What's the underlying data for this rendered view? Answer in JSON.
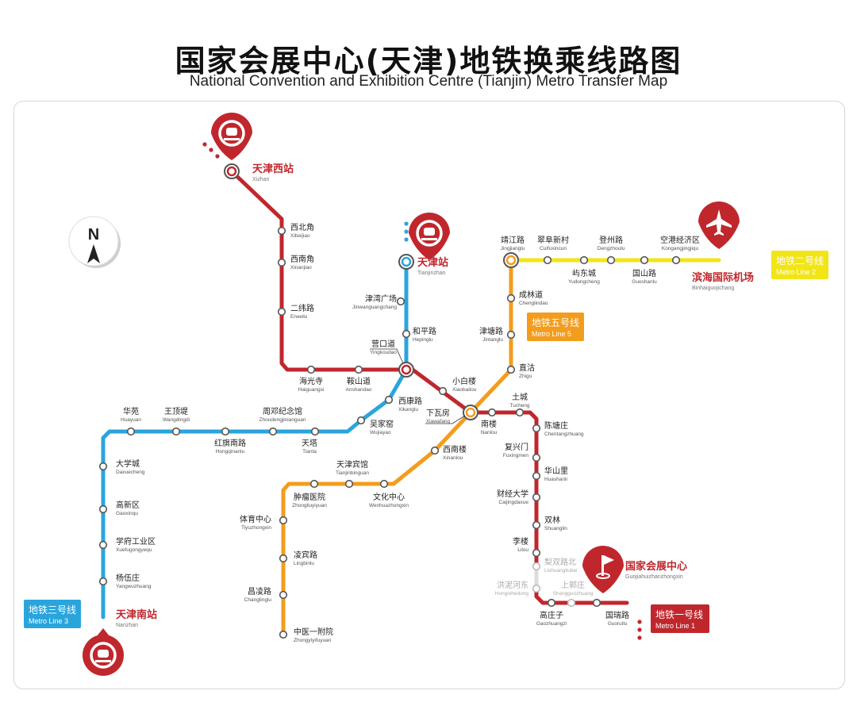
{
  "title": "国家会展中心(天津)地铁换乘线路图",
  "subtitle": "National Convention and Exhibition Centre (Tianjin) Metro Transfer Map",
  "compass": "N",
  "colors": {
    "line1": "#c0272d",
    "line2": "#f2e516",
    "line3": "#2aa5dc",
    "line5": "#f39c1e"
  },
  "legends": [
    {
      "id": "line3",
      "cn": "地铁三号线",
      "en": "Metro Line 3"
    },
    {
      "id": "line5",
      "cn": "地铁五号线",
      "en": "Metro Line 5"
    },
    {
      "id": "line2",
      "cn": "地铁二号线",
      "en": "Metro Line 2"
    },
    {
      "id": "line1",
      "cn": "地铁一号线",
      "en": "Metro Line 1"
    }
  ],
  "landmarks": [
    {
      "id": "xizhan",
      "icon": "rail-station-icon",
      "cn": "天津西站",
      "py": "Xizhan"
    },
    {
      "id": "tianjinzhan",
      "icon": "rail-station-icon",
      "cn": "天津站",
      "py": "Tianjinzhan"
    },
    {
      "id": "airport",
      "icon": "airplane-icon",
      "cn": "滨海国际机场",
      "py": "Binhaiguojichang"
    },
    {
      "id": "nanzhan",
      "icon": "rail-station-icon",
      "cn": "天津南站",
      "py": "Nanzhan"
    },
    {
      "id": "expo",
      "icon": "flag-icon",
      "cn": "国家会展中心",
      "py": "Guojiahuizhanzhongxin"
    }
  ],
  "stations": [
    {
      "id": "xibeijiao",
      "cn": "西北角",
      "py": "Xibeijiao"
    },
    {
      "id": "xinanjiao",
      "cn": "西南角",
      "py": "Xinanjiao"
    },
    {
      "id": "erweilu",
      "cn": "二纬路",
      "py": "Erweilu"
    },
    {
      "id": "haiguangsi",
      "cn": "海光寺",
      "py": "Haiguangsi"
    },
    {
      "id": "anshandao",
      "cn": "鞍山道",
      "py": "Anshandao"
    },
    {
      "id": "yingkoudao",
      "cn": "营口道",
      "py": "Yingkoudao"
    },
    {
      "id": "jinwanguangchang",
      "cn": "津湾广场",
      "py": "Jinwanguangchang"
    },
    {
      "id": "hepinglu",
      "cn": "和平路",
      "py": "Hepinglu"
    },
    {
      "id": "xiaobailou",
      "cn": "小白楼",
      "py": "Xiaobailou"
    },
    {
      "id": "xiawafang",
      "cn": "下瓦房",
      "py": "Xiawafang"
    },
    {
      "id": "xikanglu",
      "cn": "西康路",
      "py": "Xikanglu"
    },
    {
      "id": "wujiayao",
      "cn": "吴家窑",
      "py": "Wujiayao"
    },
    {
      "id": "huayuan",
      "cn": "华苑",
      "py": "Huayuan"
    },
    {
      "id": "wangdingdi",
      "cn": "王顶堤",
      "py": "Wangdingdi"
    },
    {
      "id": "zhoudengjinianguan",
      "cn": "周邓纪念馆",
      "py": "Zhoudengjinianguan"
    },
    {
      "id": "hongqinanlu",
      "cn": "红旗南路",
      "py": "Hongqinanlu"
    },
    {
      "id": "tianta",
      "cn": "天塔",
      "py": "Tianta"
    },
    {
      "id": "daxuecheng",
      "cn": "大学城",
      "py": "Daxuecheng"
    },
    {
      "id": "gaoxinqu",
      "cn": "高新区",
      "py": "Gaoxinqu"
    },
    {
      "id": "xuefugongyequ",
      "cn": "学府工业区",
      "py": "Xuefugongyequ"
    },
    {
      "id": "yangwuzhuang",
      "cn": "杨伍庄",
      "py": "Yangwuzhuang"
    },
    {
      "id": "jingjianglu",
      "cn": "靖江路",
      "py": "Jingjianglu"
    },
    {
      "id": "cuifuxincun",
      "cn": "翠阜新村",
      "py": "Cuifuxincun"
    },
    {
      "id": "dengzhoulu",
      "cn": "登州路",
      "py": "Dengzhoulu"
    },
    {
      "id": "konggangjingjiqu",
      "cn": "空港经济区",
      "py": "Kongangjingjiqu"
    },
    {
      "id": "yudongcheng",
      "cn": "屿东城",
      "py": "Yudongcheng"
    },
    {
      "id": "guoshanlu",
      "cn": "国山路",
      "py": "Guoshanlu"
    },
    {
      "id": "chenglindao",
      "cn": "成林道",
      "py": "Chenglindao"
    },
    {
      "id": "jintanglu",
      "cn": "津塘路",
      "py": "Jintanglu"
    },
    {
      "id": "zhigu",
      "cn": "直沽",
      "py": "Zhigu"
    },
    {
      "id": "tucheng",
      "cn": "土城",
      "py": "Tucheng"
    },
    {
      "id": "nanlou",
      "cn": "南楼",
      "py": "Nanlou"
    },
    {
      "id": "chentangzhuang",
      "cn": "陈塘庄",
      "py": "Chentangzhuang"
    },
    {
      "id": "fuxingmen",
      "cn": "复兴门",
      "py": "Fuxingmen"
    },
    {
      "id": "huashanli",
      "cn": "华山里",
      "py": "Huashanli"
    },
    {
      "id": "caijingdaxue",
      "cn": "财经大学",
      "py": "Caijingdaxue"
    },
    {
      "id": "shuanglin",
      "cn": "双林",
      "py": "Shuanglin"
    },
    {
      "id": "lilou",
      "cn": "李楼",
      "py": "Lilou"
    },
    {
      "id": "lishuanglubei",
      "cn": "梨双路北",
      "py": "Lishuangliubei"
    },
    {
      "id": "hongnihedong",
      "cn": "洪泥河东",
      "py": "Hongnihedong"
    },
    {
      "id": "shangguozhuang",
      "cn": "上郭庄",
      "py": "Shangguozhuang"
    },
    {
      "id": "gaozhuangzi",
      "cn": "高庄子",
      "py": "Gaozhuangzi"
    },
    {
      "id": "guoruilu",
      "cn": "国瑞路",
      "py": "Guoruilu"
    },
    {
      "id": "xinanlou",
      "cn": "西南楼",
      "py": "Xinanlou"
    },
    {
      "id": "tianjinbinguan",
      "cn": "天津宾馆",
      "py": "Tianjinbinguan"
    },
    {
      "id": "wenhuazhongxin",
      "cn": "文化中心",
      "py": "Wenhuazhongxin"
    },
    {
      "id": "zhongliuyiyuan",
      "cn": "肿瘤医院",
      "py": "Zhongliuyiyuan"
    },
    {
      "id": "tiyuzhongxin",
      "cn": "体育中心",
      "py": "Tiyuzhongxin"
    },
    {
      "id": "lingbinlu",
      "cn": "凌宾路",
      "py": "Lingbinlu"
    },
    {
      "id": "changlinglu",
      "cn": "昌凌路",
      "py": "Changlinglu"
    },
    {
      "id": "zhongyiyifuyuan",
      "cn": "中医一附院",
      "py": "Zhongyiyifuyuan"
    }
  ]
}
